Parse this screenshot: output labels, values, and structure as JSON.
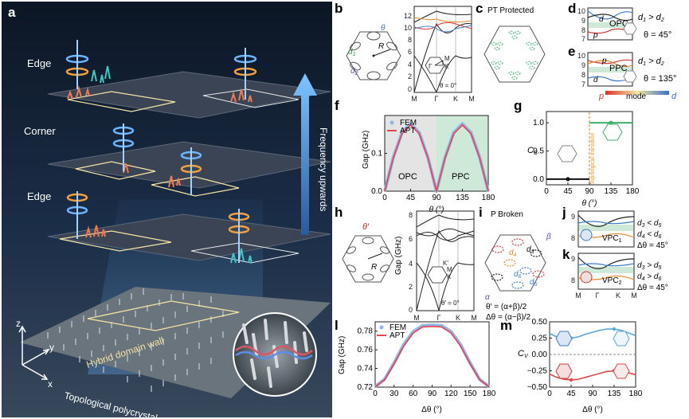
{
  "panels": {
    "a": {
      "label": "a",
      "edge_top": "Edge",
      "corner": "Corner",
      "edge_bottom": "Edge",
      "frequency": "Frequency upwards",
      "axes": {
        "z": "z",
        "y": "y",
        "x": "x"
      },
      "wall": "Hybrid domain wall",
      "poly": "Topological polycrystal"
    },
    "b": {
      "label": "b",
      "theta": "θ",
      "d1": "d",
      "d1_sub": "1",
      "d2": "d",
      "d2_sub": "2",
      "R": "R",
      "ticks_y": [
        "12",
        "10",
        "8",
        "6",
        "4",
        "2",
        "0"
      ],
      "ticks_x": [
        "M",
        "Γ",
        "K",
        "M"
      ],
      "bz": {
        "M": "M",
        "G": "Γ",
        "K": "K"
      },
      "theta_eq": "θ = 0°"
    },
    "c": {
      "label": "c",
      "title": "PT  Protected"
    },
    "d": {
      "label": "d",
      "ticks_y": [
        "10",
        "9",
        "8",
        "7"
      ],
      "d": "d",
      "p": "p",
      "name": "OPC",
      "cond_top": "d",
      "cond_sub1": "1",
      "cond_gt": " > d",
      "cond_sub2": "2",
      "theta": "θ = 45°"
    },
    "e": {
      "label": "e",
      "ticks_y": [
        "10",
        "9",
        "8",
        "7"
      ],
      "p": "p",
      "d": "d",
      "name": "PPC",
      "cond_top": "d",
      "cond_sub1": "1",
      "cond_gt": " > d",
      "cond_sub2": "2",
      "theta": "θ = 135°",
      "mode": "mode",
      "mode_p": "p",
      "mode_d": "d"
    },
    "f": {
      "label": "f",
      "ylabel": "Gap (GHz)",
      "xlabel": "θ (°)",
      "legend": [
        "FEM",
        "APT"
      ],
      "opc": "OPC",
      "ppc": "PPC"
    },
    "g": {
      "label": "g",
      "ylabel": "C",
      "ylabel_sub": "S",
      "xlabel": "θ (°)",
      "transition": "Topological transition"
    },
    "h": {
      "label": "h",
      "theta": "θ′",
      "R": "R",
      "ylabel": "Gap (GHz)",
      "ticks_y": [
        "8",
        "6",
        "4",
        "2",
        "0"
      ],
      "ticks_x": [
        "M",
        "Γ",
        "K",
        "M"
      ],
      "bz": {
        "K": "K′",
        "M": "M",
        "K2": "K"
      },
      "theta_eq": "θ′ = 0°"
    },
    "i": {
      "label": "i",
      "title": "P  Broken",
      "beta": "β",
      "alpha": "α",
      "d3": "d",
      "d3s": "3",
      "d4": "d",
      "d4s": "4",
      "d5": "d",
      "d5s": "5",
      "d6": "d",
      "d6s": "6",
      "eq1": "θ′ = (α+β)/2",
      "eq2": "Δθ = (α−β)/2"
    },
    "j": {
      "label": "j",
      "ticks_y": [
        "9",
        "8"
      ],
      "name": "VPC",
      "name_sub": "1",
      "c1": "d",
      "c1a": "3",
      "c1op": " < d",
      "c1b": "5",
      "c2": "d",
      "c2a": "4",
      "c2op": " < d",
      "c2b": "6",
      "c3": "Δθ = 45°"
    },
    "k": {
      "label": "k",
      "ticks_y": [
        "9",
        "8"
      ],
      "ticks_x": [
        "M",
        "Γ",
        "K",
        "M"
      ],
      "name": "VPC",
      "name_sub": "2",
      "c1": "d",
      "c1a": "3",
      "c1op": " > d",
      "c1b": "5",
      "c2": "d",
      "c2a": "4",
      "c2op": " > d",
      "c2b": "6",
      "c3": "Δθ = 45°"
    },
    "l": {
      "label": "l",
      "ylabel": "Gap (GHz)",
      "xlabel": "Δθ (°)",
      "legend": [
        "FEM",
        "APT"
      ]
    },
    "m": {
      "label": "m",
      "ylabel": "C",
      "ylabel_sub": "V",
      "xlabel": "Δθ (°)"
    }
  },
  "colors": {
    "fem": "#8fb6e6",
    "apt": "#e5454d",
    "opc_bg": "#e4e4e4",
    "ppc_bg": "#cfe9d8",
    "green": "#3fae6a",
    "orange": "#f0922d",
    "blue_line": "#5ba7d6",
    "red_line": "#d84b4b"
  },
  "chart_data": [
    {
      "panel": "f",
      "type": "line",
      "x": [
        0,
        15,
        30,
        45,
        60,
        75,
        90,
        105,
        120,
        135,
        150,
        165,
        180
      ],
      "series": [
        {
          "name": "FEM",
          "values": [
            0,
            0.09,
            0.155,
            0.178,
            0.155,
            0.09,
            0,
            0.09,
            0.155,
            0.178,
            0.155,
            0.09,
            0
          ]
        },
        {
          "name": "APT",
          "values": [
            0,
            0.088,
            0.152,
            0.175,
            0.152,
            0.088,
            0,
            0.088,
            0.152,
            0.175,
            0.152,
            0.088,
            0
          ]
        }
      ],
      "xlim": [
        0,
        180
      ],
      "ylim": [
        0,
        0.2
      ],
      "xticks": [
        0,
        45,
        90,
        135,
        180
      ],
      "yticks": [
        0,
        0.1
      ],
      "ytick_labels": [
        "0.0",
        "0.1"
      ]
    },
    {
      "panel": "g",
      "type": "line",
      "series": [
        {
          "name": "",
          "x": [
            0,
            90,
            90,
            180
          ],
          "values": [
            0,
            0,
            1,
            1
          ]
        }
      ],
      "markers": [
        {
          "x": 45,
          "y": 0
        },
        {
          "x": 135,
          "y": 1
        }
      ],
      "xlim": [
        0,
        180
      ],
      "ylim": [
        -0.1,
        1.2
      ],
      "xticks": [
        0,
        45,
        90,
        135,
        180
      ],
      "yticks": [
        0,
        0.5,
        1.0
      ],
      "ytick_labels": [
        "0.0",
        "0.5",
        "1.0"
      ]
    },
    {
      "panel": "l",
      "type": "line",
      "x": [
        0,
        15,
        30,
        45,
        60,
        75,
        90,
        105,
        120,
        135,
        150,
        165,
        180
      ],
      "series": [
        {
          "name": "FEM",
          "values": [
            0.7205,
            0.7285,
            0.746,
            0.7655,
            0.7795,
            0.786,
            0.7865,
            0.786,
            0.7795,
            0.7655,
            0.746,
            0.7285,
            0.7205
          ]
        },
        {
          "name": "APT",
          "values": [
            0.7203,
            0.728,
            0.745,
            0.764,
            0.778,
            0.7845,
            0.785,
            0.7845,
            0.778,
            0.764,
            0.745,
            0.728,
            0.7203
          ]
        }
      ],
      "xlim": [
        0,
        180
      ],
      "ylim": [
        0.72,
        0.79
      ],
      "xticks": [
        0,
        30,
        60,
        90,
        120,
        150,
        180
      ],
      "yticks": [
        0.72,
        0.74,
        0.76,
        0.78
      ],
      "ytick_labels": [
        "0.72",
        "0.74",
        "0.76",
        "0.78"
      ]
    },
    {
      "panel": "m",
      "type": "line",
      "x": [
        0,
        15,
        30,
        45,
        60,
        75,
        90,
        105,
        120,
        135,
        150,
        165,
        180
      ],
      "series": [
        {
          "name": "",
          "values": [
            0.32,
            0.27,
            0.25,
            0.25,
            0.27,
            0.31,
            0.34,
            0.37,
            0.39,
            0.39,
            0.37,
            0.33,
            0.29
          ]
        },
        {
          "name": "",
          "values": [
            -0.3,
            -0.35,
            -0.38,
            -0.39,
            -0.38,
            -0.35,
            -0.32,
            -0.29,
            -0.26,
            -0.25,
            -0.26,
            -0.28,
            -0.31
          ]
        }
      ],
      "xlim": [
        0,
        180
      ],
      "ylim": [
        -0.5,
        0.5
      ],
      "xticks": [
        0,
        45,
        90,
        135,
        180
      ],
      "yticks": [
        -0.5,
        -0.25,
        0,
        0.25,
        0.5
      ],
      "ytick_labels": [
        "−0.50",
        "−0.25",
        "0.00",
        "0.25",
        "0.50"
      ]
    }
  ]
}
